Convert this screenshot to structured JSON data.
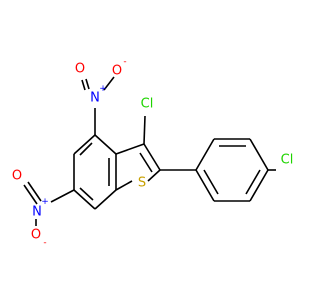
{
  "colors": {
    "carbon_bond": "#000000",
    "oxygen": "#ff0000",
    "nitrogen": "#0000ff",
    "sulfur": "#c8a000",
    "chlorine": "#1fd400"
  },
  "atoms": {
    "cl3": {
      "text": "Cl",
      "color": "#1fd400"
    },
    "cl_para": {
      "text": "Cl",
      "color": "#1fd400"
    },
    "sulfur": {
      "text": "S",
      "color": "#c8a000"
    },
    "nitro4_n": {
      "text": "N",
      "color": "#0000ff",
      "charge": "+"
    },
    "nitro4_o_top": {
      "text": "O",
      "color": "#ff0000",
      "charge": "-"
    },
    "nitro4_o_left": {
      "text": "O",
      "color": "#ff0000"
    },
    "nitro6_n": {
      "text": "N",
      "color": "#0000ff",
      "charge": "+"
    },
    "nitro6_o_top": {
      "text": "O",
      "color": "#ff0000"
    },
    "nitro6_o_bottom": {
      "text": "O",
      "color": "#ff0000",
      "charge": "-"
    }
  }
}
